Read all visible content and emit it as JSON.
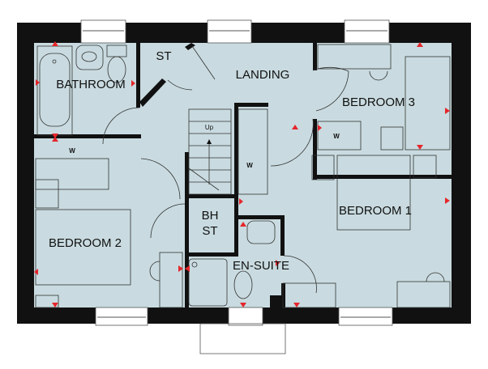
{
  "title": "First floor plan",
  "colors": {
    "floor": "#c9dbe0",
    "wall": "#111111",
    "marker": "#e5262b"
  },
  "rooms": {
    "bathroom": "BATHROOM",
    "store": "ST",
    "landing": "LANDING",
    "bedroom3": "BEDROOM 3",
    "bedroom1": "BEDROOM 1",
    "bedroom2": "BEDROOM 2",
    "boiler_store_line1": "BH",
    "boiler_store_line2": "ST",
    "ensuite": "EN-SUITE"
  },
  "labels": {
    "wardrobe": "W",
    "stairs_up": "Up"
  }
}
